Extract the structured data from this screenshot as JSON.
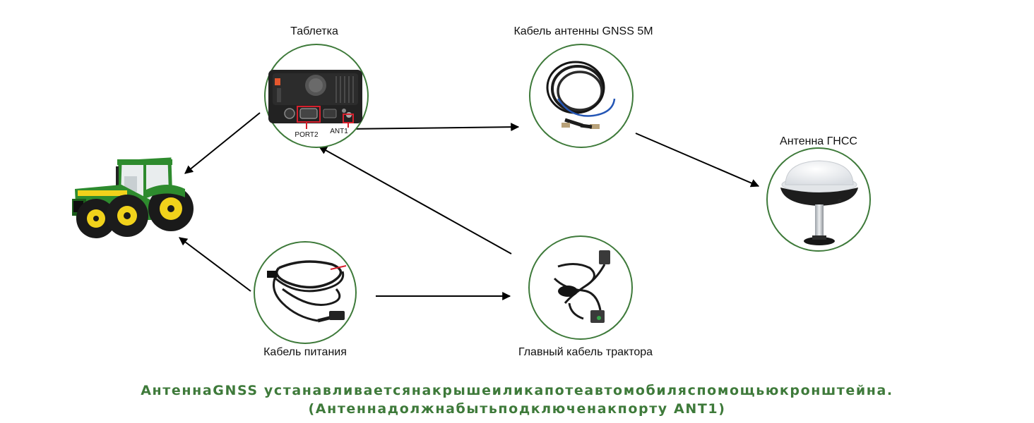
{
  "nodes": {
    "tablet": {
      "label": "Таблетка",
      "port2": "PORT2",
      "ant1": "ANT1"
    },
    "gnss_cable": {
      "label": "Кабель антенны GNSS 5M"
    },
    "antenna": {
      "label": "Антенна ГНСС"
    },
    "power_cable": {
      "label": "Кабель питания"
    },
    "main_cable": {
      "label": "Главный кабель трактора"
    }
  },
  "caption": {
    "line1": "АнтеннаGNSS устанавливаетсянакрышеиликапотеавтомобиляспомощьюкронштейна.",
    "line2": "(Антеннадолжнабытьподключенакпорту ANT1)"
  },
  "colors": {
    "ring": "#3e7a3a",
    "highlight": "#d6202d",
    "caption": "#3e7a3a",
    "tractor_green": "#2e8b2e",
    "tractor_yellow": "#f1d21b"
  }
}
